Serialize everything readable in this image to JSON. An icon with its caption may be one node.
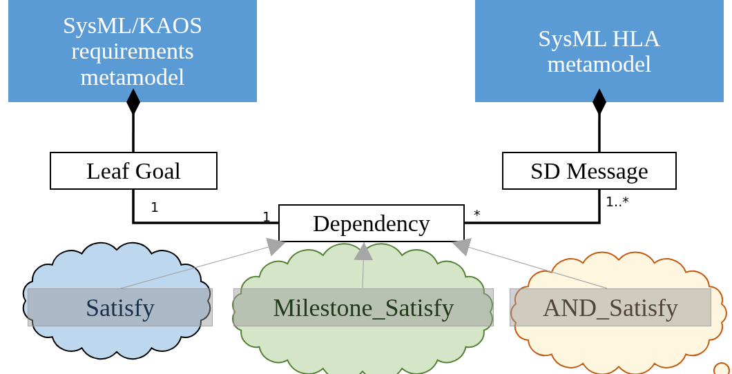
{
  "diagram": {
    "nodes": [
      {
        "text": [
          "SysML/KAOS requirements metamodel"
        ]
      },
      {
        "text": [
          "SysML HLA metamodel"
        ]
      },
      {
        "text": [
          "Leaf Goal"
        ]
      },
      {
        "text": [
          "SD Message"
        ]
      },
      {
        "text": [
          "Dependency"
        ]
      },
      {
        "text": [
          "Satisfy"
        ]
      },
      {
        "text": [
          "Milestone_Satisfy"
        ]
      },
      {
        "text": [
          "AND_Satisfy"
        ]
      }
    ],
    "edges": [
      {
        "from": 2,
        "to": 0,
        "arrow": "other"
      },
      {
        "from": 3,
        "to": 1,
        "arrow": "other"
      },
      {
        "from": 2,
        "to": 4,
        "arrow": "none"
      },
      {
        "from": 4,
        "to": 3,
        "arrow": "none"
      },
      {
        "from": 5,
        "to": 4,
        "arrow": "to",
        "color": "#a6a6a6"
      },
      {
        "from": 6,
        "to": 4,
        "arrow": "to",
        "color": "#a6a6a6"
      },
      {
        "from": 7,
        "to": 4,
        "arrow": "to",
        "color": "#a6a6a6"
      }
    ],
    "labels": [
      "1",
      "1",
      "*",
      "1..*"
    ]
  }
}
